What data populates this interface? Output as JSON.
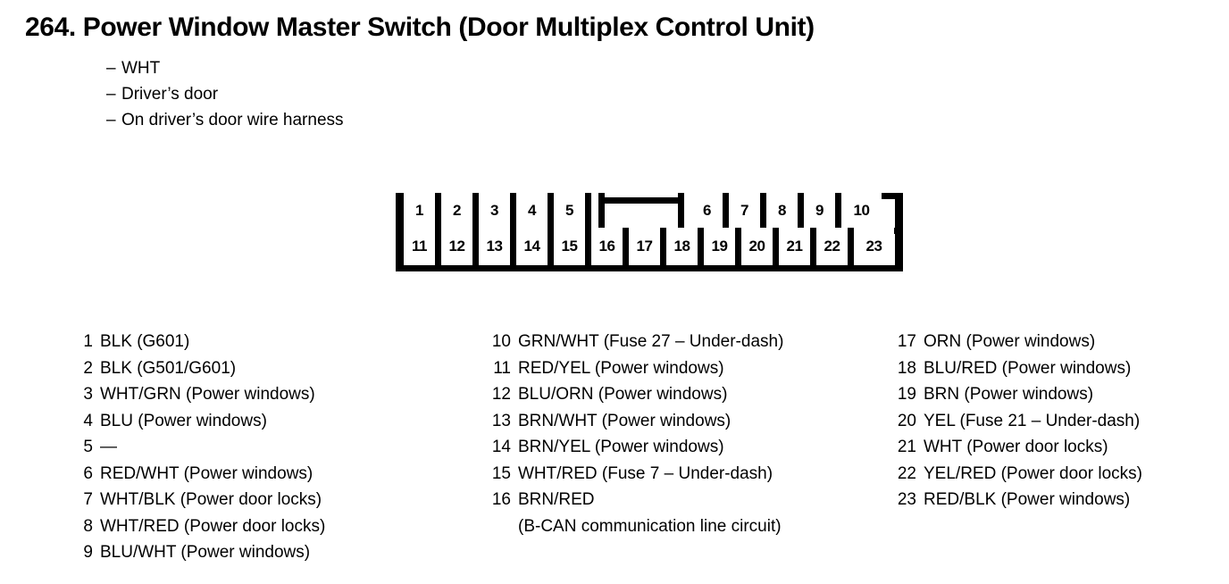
{
  "header": {
    "number": "264.",
    "title": "264. Power Window Master Switch (Door Multiplex Control Unit)",
    "subtitles": [
      "WHT",
      "Driver’s door",
      "On driver’s door wire harness"
    ],
    "dash": "–"
  },
  "connector": {
    "name": "23-pin connector terminal layout",
    "top_row_left": [
      "1",
      "2",
      "3",
      "4",
      "5"
    ],
    "top_row_right": [
      "6",
      "7",
      "8",
      "9",
      "10"
    ],
    "bottom_row": [
      "11",
      "12",
      "13",
      "14",
      "15",
      "16",
      "17",
      "18",
      "19",
      "20",
      "21",
      "22",
      "23"
    ],
    "lock_tab_label": ""
  },
  "legend": {
    "columns": [
      {
        "items": [
          {
            "num": "1",
            "text": "BLK (G601)"
          },
          {
            "num": "2",
            "text": "BLK (G501/G601)"
          },
          {
            "num": "3",
            "text": "WHT/GRN (Power windows)"
          },
          {
            "num": "4",
            "text": "BLU (Power windows)"
          },
          {
            "num": "5",
            "text": "—"
          },
          {
            "num": "6",
            "text": "RED/WHT (Power windows)"
          },
          {
            "num": "7",
            "text": "WHT/BLK (Power door locks)"
          },
          {
            "num": "8",
            "text": "WHT/RED (Power door locks)"
          },
          {
            "num": "9",
            "text": "BLU/WHT (Power windows)"
          }
        ]
      },
      {
        "items": [
          {
            "num": "10",
            "text": "GRN/WHT (Fuse 27 – Under-dash)"
          },
          {
            "num": "11",
            "text": "RED/YEL (Power windows)"
          },
          {
            "num": "12",
            "text": "BLU/ORN (Power windows)"
          },
          {
            "num": "13",
            "text": "BRN/WHT (Power windows)"
          },
          {
            "num": "14",
            "text": "BRN/YEL (Power windows)"
          },
          {
            "num": "15",
            "text": "WHT/RED (Fuse 7 – Under-dash)"
          },
          {
            "num": "16",
            "text": "BRN/RED",
            "subline": "(B-CAN communication line circuit)"
          }
        ]
      },
      {
        "items": [
          {
            "num": "17",
            "text": "ORN (Power windows)"
          },
          {
            "num": "18",
            "text": "BLU/RED (Power windows)"
          },
          {
            "num": "19",
            "text": "BRN (Power windows)"
          },
          {
            "num": "20",
            "text": "YEL (Fuse 21 – Under-dash)"
          },
          {
            "num": "21",
            "text": "WHT (Power door locks)"
          },
          {
            "num": "22",
            "text": "YEL/RED (Power door locks)"
          },
          {
            "num": "23",
            "text": "RED/BLK (Power windows)"
          }
        ]
      }
    ]
  },
  "colors": {
    "ink": "#000000",
    "paper": "#ffffff"
  }
}
